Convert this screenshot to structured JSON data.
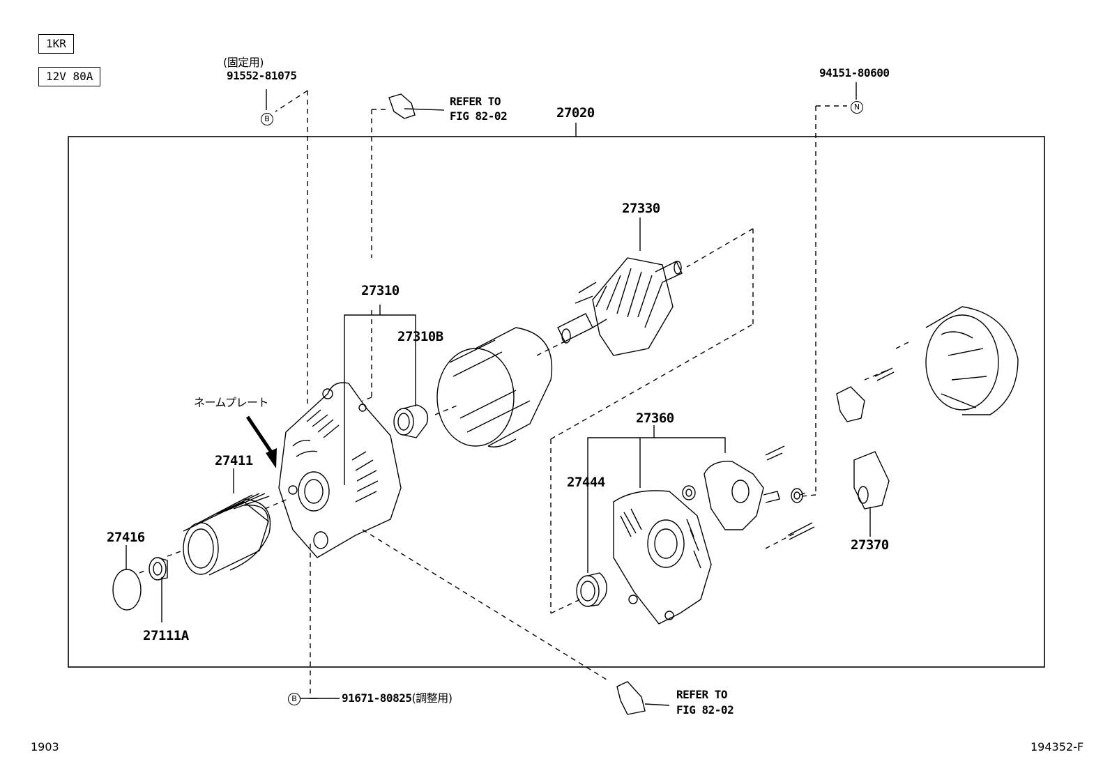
{
  "tags": {
    "engine": "1KR",
    "rating": "12V 80A"
  },
  "footer": {
    "left_code": "1903",
    "right_code": "194352-F"
  },
  "part_numbers": {
    "bolt_fix_note": "(固定用)",
    "bolt_fix": "91552-81075",
    "bolt_adjust": "91671-80825",
    "bolt_adjust_note": "(調整用)",
    "nut_n": "94151-80600",
    "assembly": "27020",
    "rotor": "27330",
    "frame_drive": "27310",
    "bearing": "27310B",
    "name_plate": "ネームプレート",
    "pulley": "27411",
    "cap": "27416",
    "nut_pulley": "27111A",
    "rectifier_end_frame": "27360",
    "bearing_cover": "27444",
    "regulator": "27370"
  },
  "refs": {
    "top_line1": "REFER TO",
    "top_line2": "FIG 82-02",
    "bottom_line1": "REFER TO",
    "bottom_line2": "FIG 82-02"
  },
  "markers": {
    "b": "B",
    "n": "N"
  }
}
